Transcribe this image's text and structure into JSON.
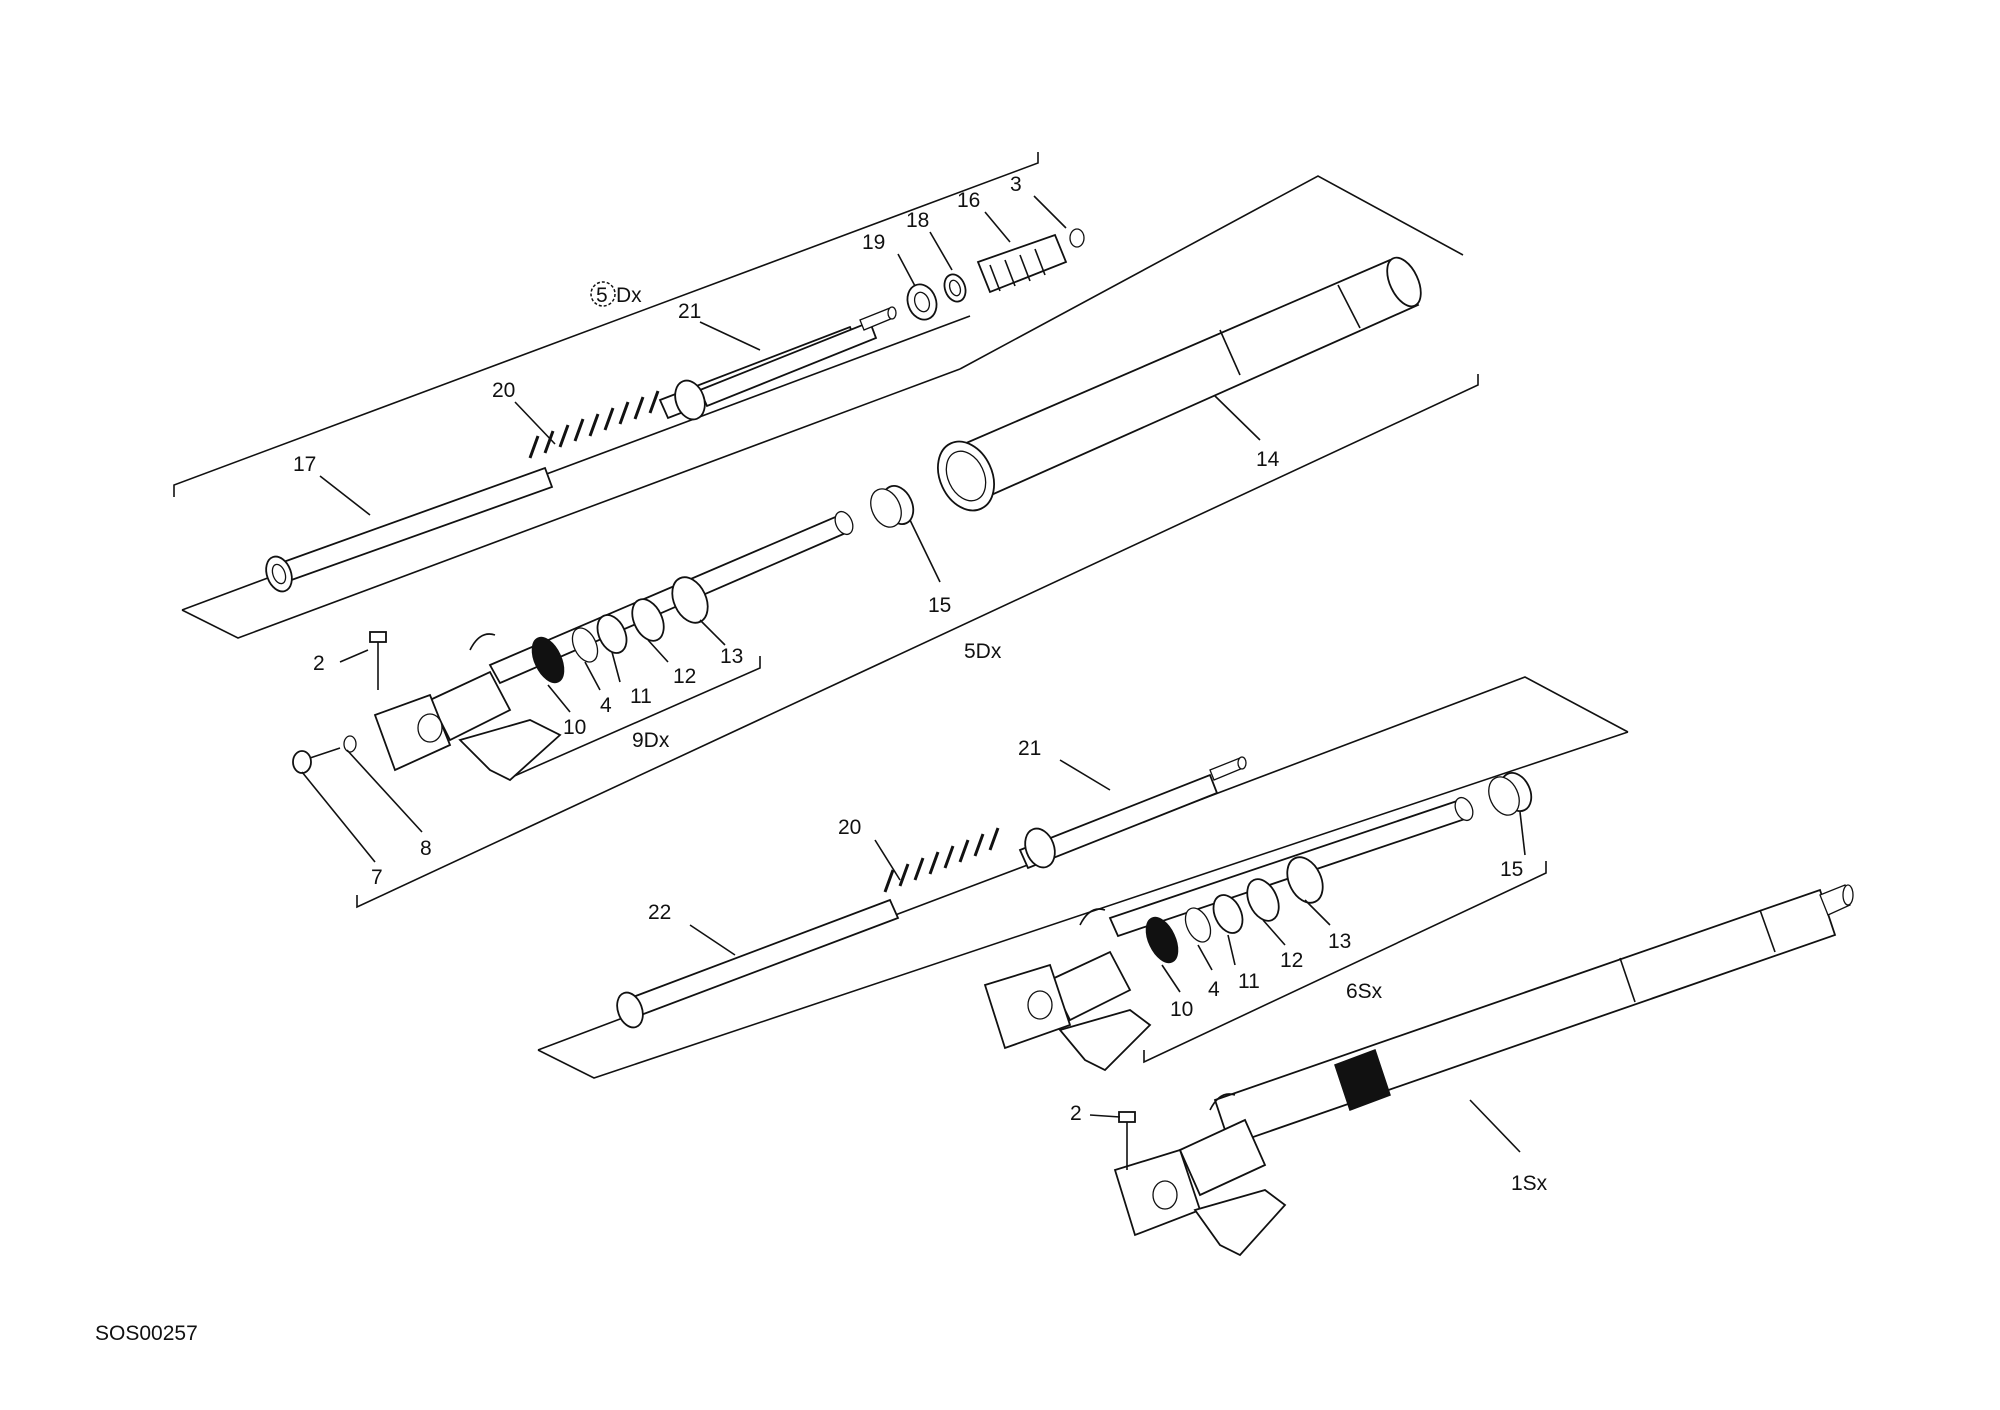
{
  "drawing_code": "SOS00257",
  "callouts": [
    "3",
    "16",
    "18",
    "19",
    "Dx",
    "21",
    "20",
    "17",
    "14",
    "15",
    "2",
    "5Dx",
    "13",
    "12",
    "11",
    "4",
    "10",
    "9Dx",
    "8",
    "7",
    "21",
    "20",
    "22",
    "15",
    "13",
    "12",
    "11",
    "4",
    "10",
    "6Sx",
    "2",
    "1Sx"
  ],
  "circled_callout": "5"
}
